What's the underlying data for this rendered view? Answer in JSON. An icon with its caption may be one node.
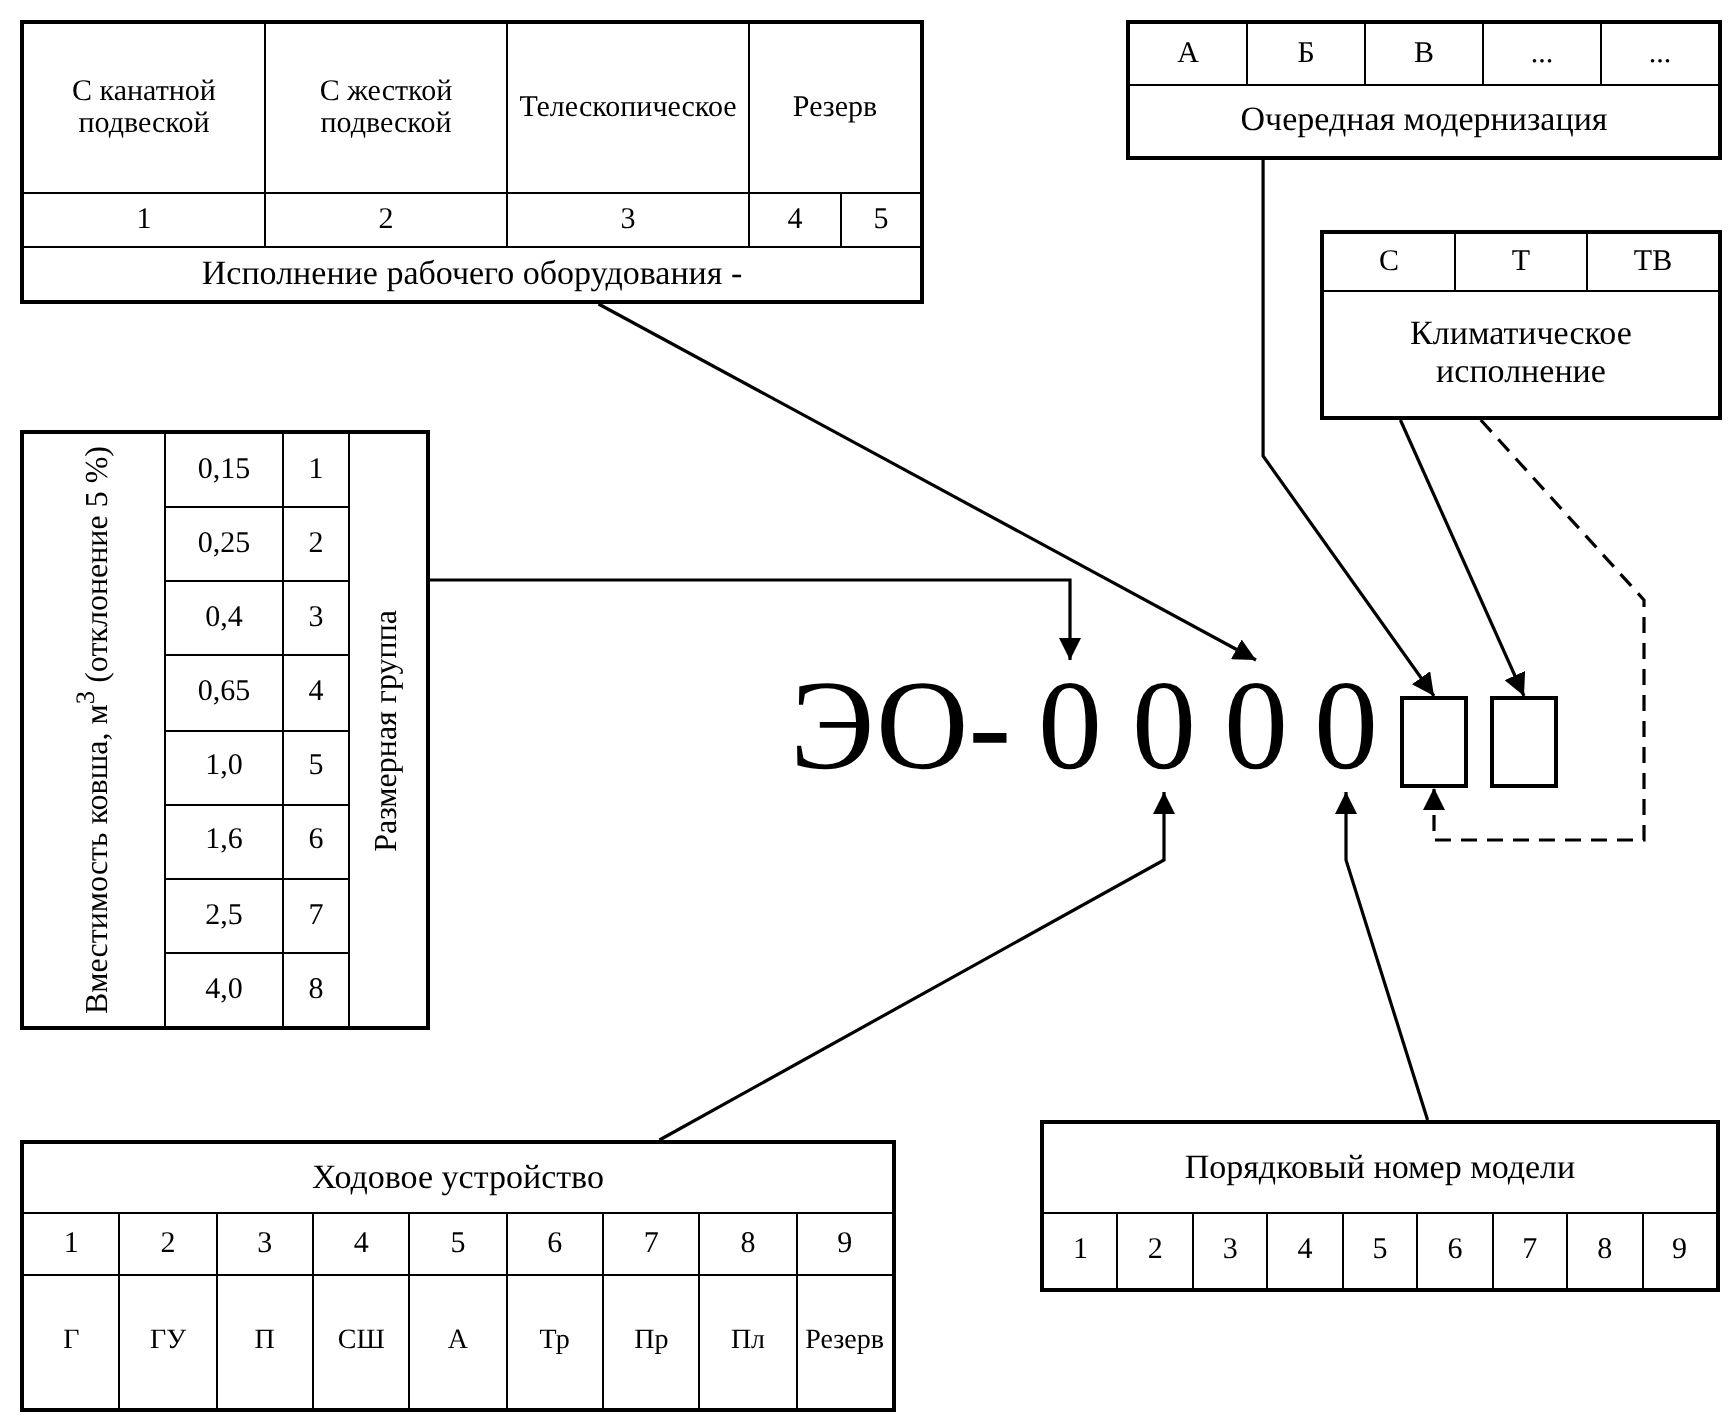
{
  "diagram": {
    "nodes": [
      {
        "text": [
          "С канатной подвеской",
          "С жесткой подвеской",
          "Телескопическое",
          "Резерв",
          "1",
          "2",
          "3",
          "4",
          "5",
          "Исполнение рабочего оборудования -"
        ]
      },
      {
        "text": [
          "А",
          "Б",
          "В",
          "...",
          "...",
          "Очередная модернизация"
        ]
      },
      {
        "text": [
          "С",
          "Т",
          "ТВ",
          "Климатическое исполнение"
        ]
      },
      {
        "text": [
          "Вместимость ковша, м$^{3}$ (отклонение 5 %)",
          "0,15",
          "1",
          "0,25",
          "2",
          "0,4",
          "3",
          "0,65",
          "4",
          "1,0",
          "5",
          "1,6",
          "6",
          "2,5",
          "7",
          "4,0",
          "8",
          "Размерная группа"
        ]
      },
      {
        "text": [
          "0"
        ]
      },
      {
        "text": [
          "0"
        ]
      },
      {
        "text": [
          "0"
        ]
      },
      {
        "text": [
          "0"
        ]
      },
      {
        "text": [],
        "shape": "box"
      },
      {
        "text": [],
        "shape": "box"
      },
      {
        "text": [
          "Ходовое устройство",
          "1",
          "2",
          "3",
          "4",
          "5",
          "6",
          "7",
          "8",
          "9",
          "Г",
          "ГУ",
          "П",
          "СШ",
          "А",
          "Тр",
          "Пр",
          "Пл",
          "Резерв"
        ]
      },
      {
        "text": [
          "Порядковый номер модели",
          "1",
          "2",
          "3",
          "4",
          "5",
          "6",
          "7",
          "8",
          "9"
        ]
      }
    ],
    "edges": [
      {
        "from": 0,
        "to": 6,
        "arrow": "to"
      },
      {
        "from": 1,
        "to": 8,
        "arrow": "to"
      },
      {
        "from": 2,
        "to": 9,
        "arrow": "to"
      },
      {
        "from": 2,
        "to": 8,
        "arrow": "to",
        "style": "dashed"
      },
      {
        "from": 3,
        "to": 4,
        "arrow": "to"
      },
      {
        "from": 10,
        "to": 5,
        "arrow": "to"
      },
      {
        "from": 11,
        "to": 7,
        "arrow": "to"
      }
    ],
    "labels": [
      "ЭО-"
    ]
  }
}
